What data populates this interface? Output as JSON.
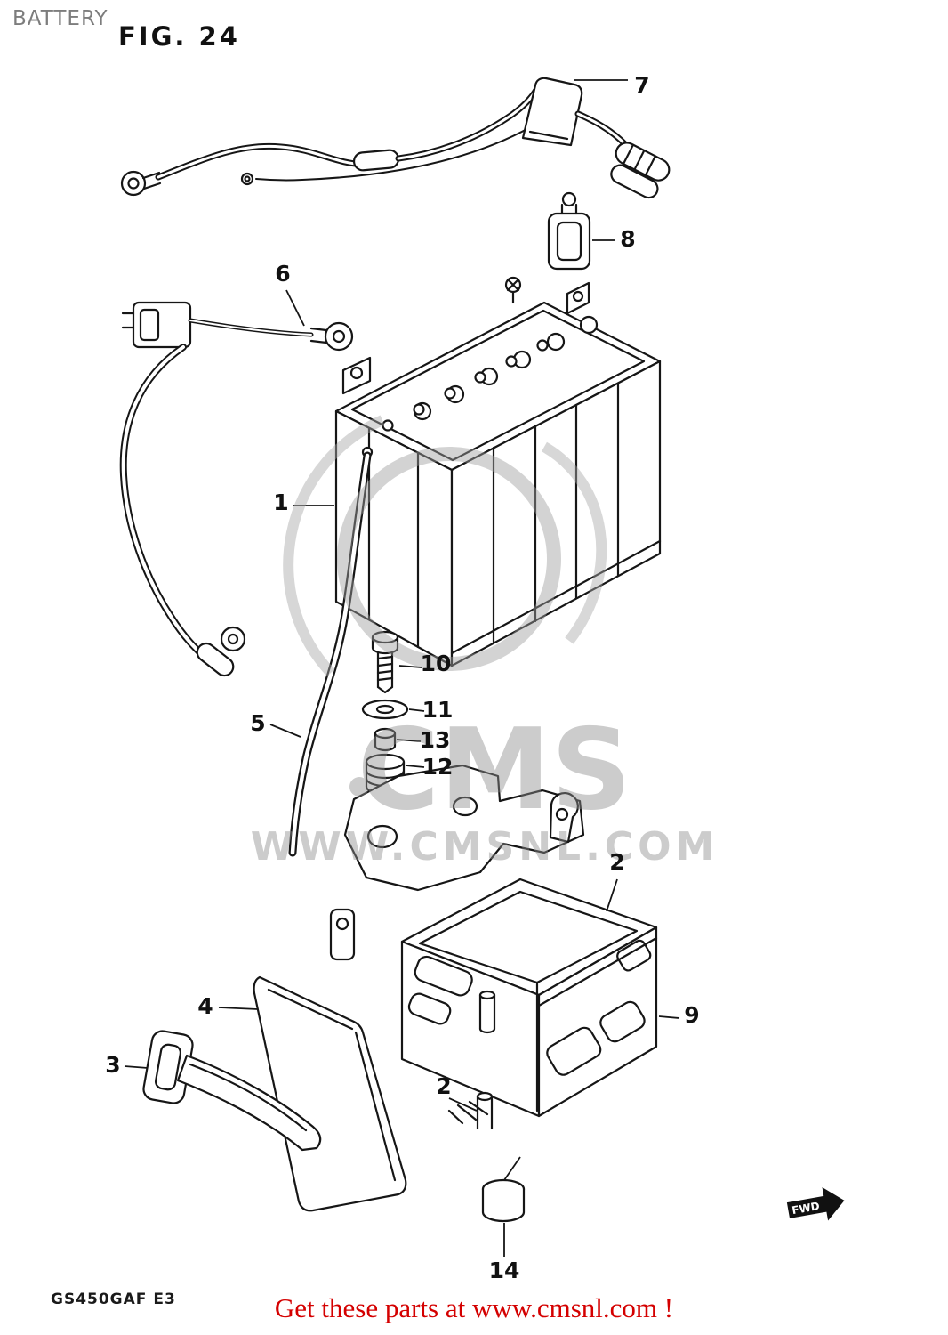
{
  "page": {
    "title": "BATTERY",
    "figure_label": "FIG. 24",
    "model_code": "GS450GAF E3",
    "footer_cta": "Get these parts at www.cmsnl.com !",
    "fwd_label": "FWD"
  },
  "watermark": {
    "line1": "CMS",
    "line2": "WWW.CMSNL.COM"
  },
  "colors": {
    "line": "#161616",
    "accent_red": "#d40000",
    "title_gray": "#7d7d7d",
    "watermark_gray": "#8f8f8f"
  },
  "callouts": [
    {
      "label": "7"
    },
    {
      "label": "8"
    },
    {
      "label": "6"
    },
    {
      "label": "1"
    },
    {
      "label": "10"
    },
    {
      "label": "11"
    },
    {
      "label": "13"
    },
    {
      "label": "12"
    },
    {
      "label": "5"
    },
    {
      "label": "2"
    },
    {
      "label": "9"
    },
    {
      "label": "4"
    },
    {
      "label": "3"
    },
    {
      "label": "2"
    },
    {
      "label": "14"
    }
  ]
}
